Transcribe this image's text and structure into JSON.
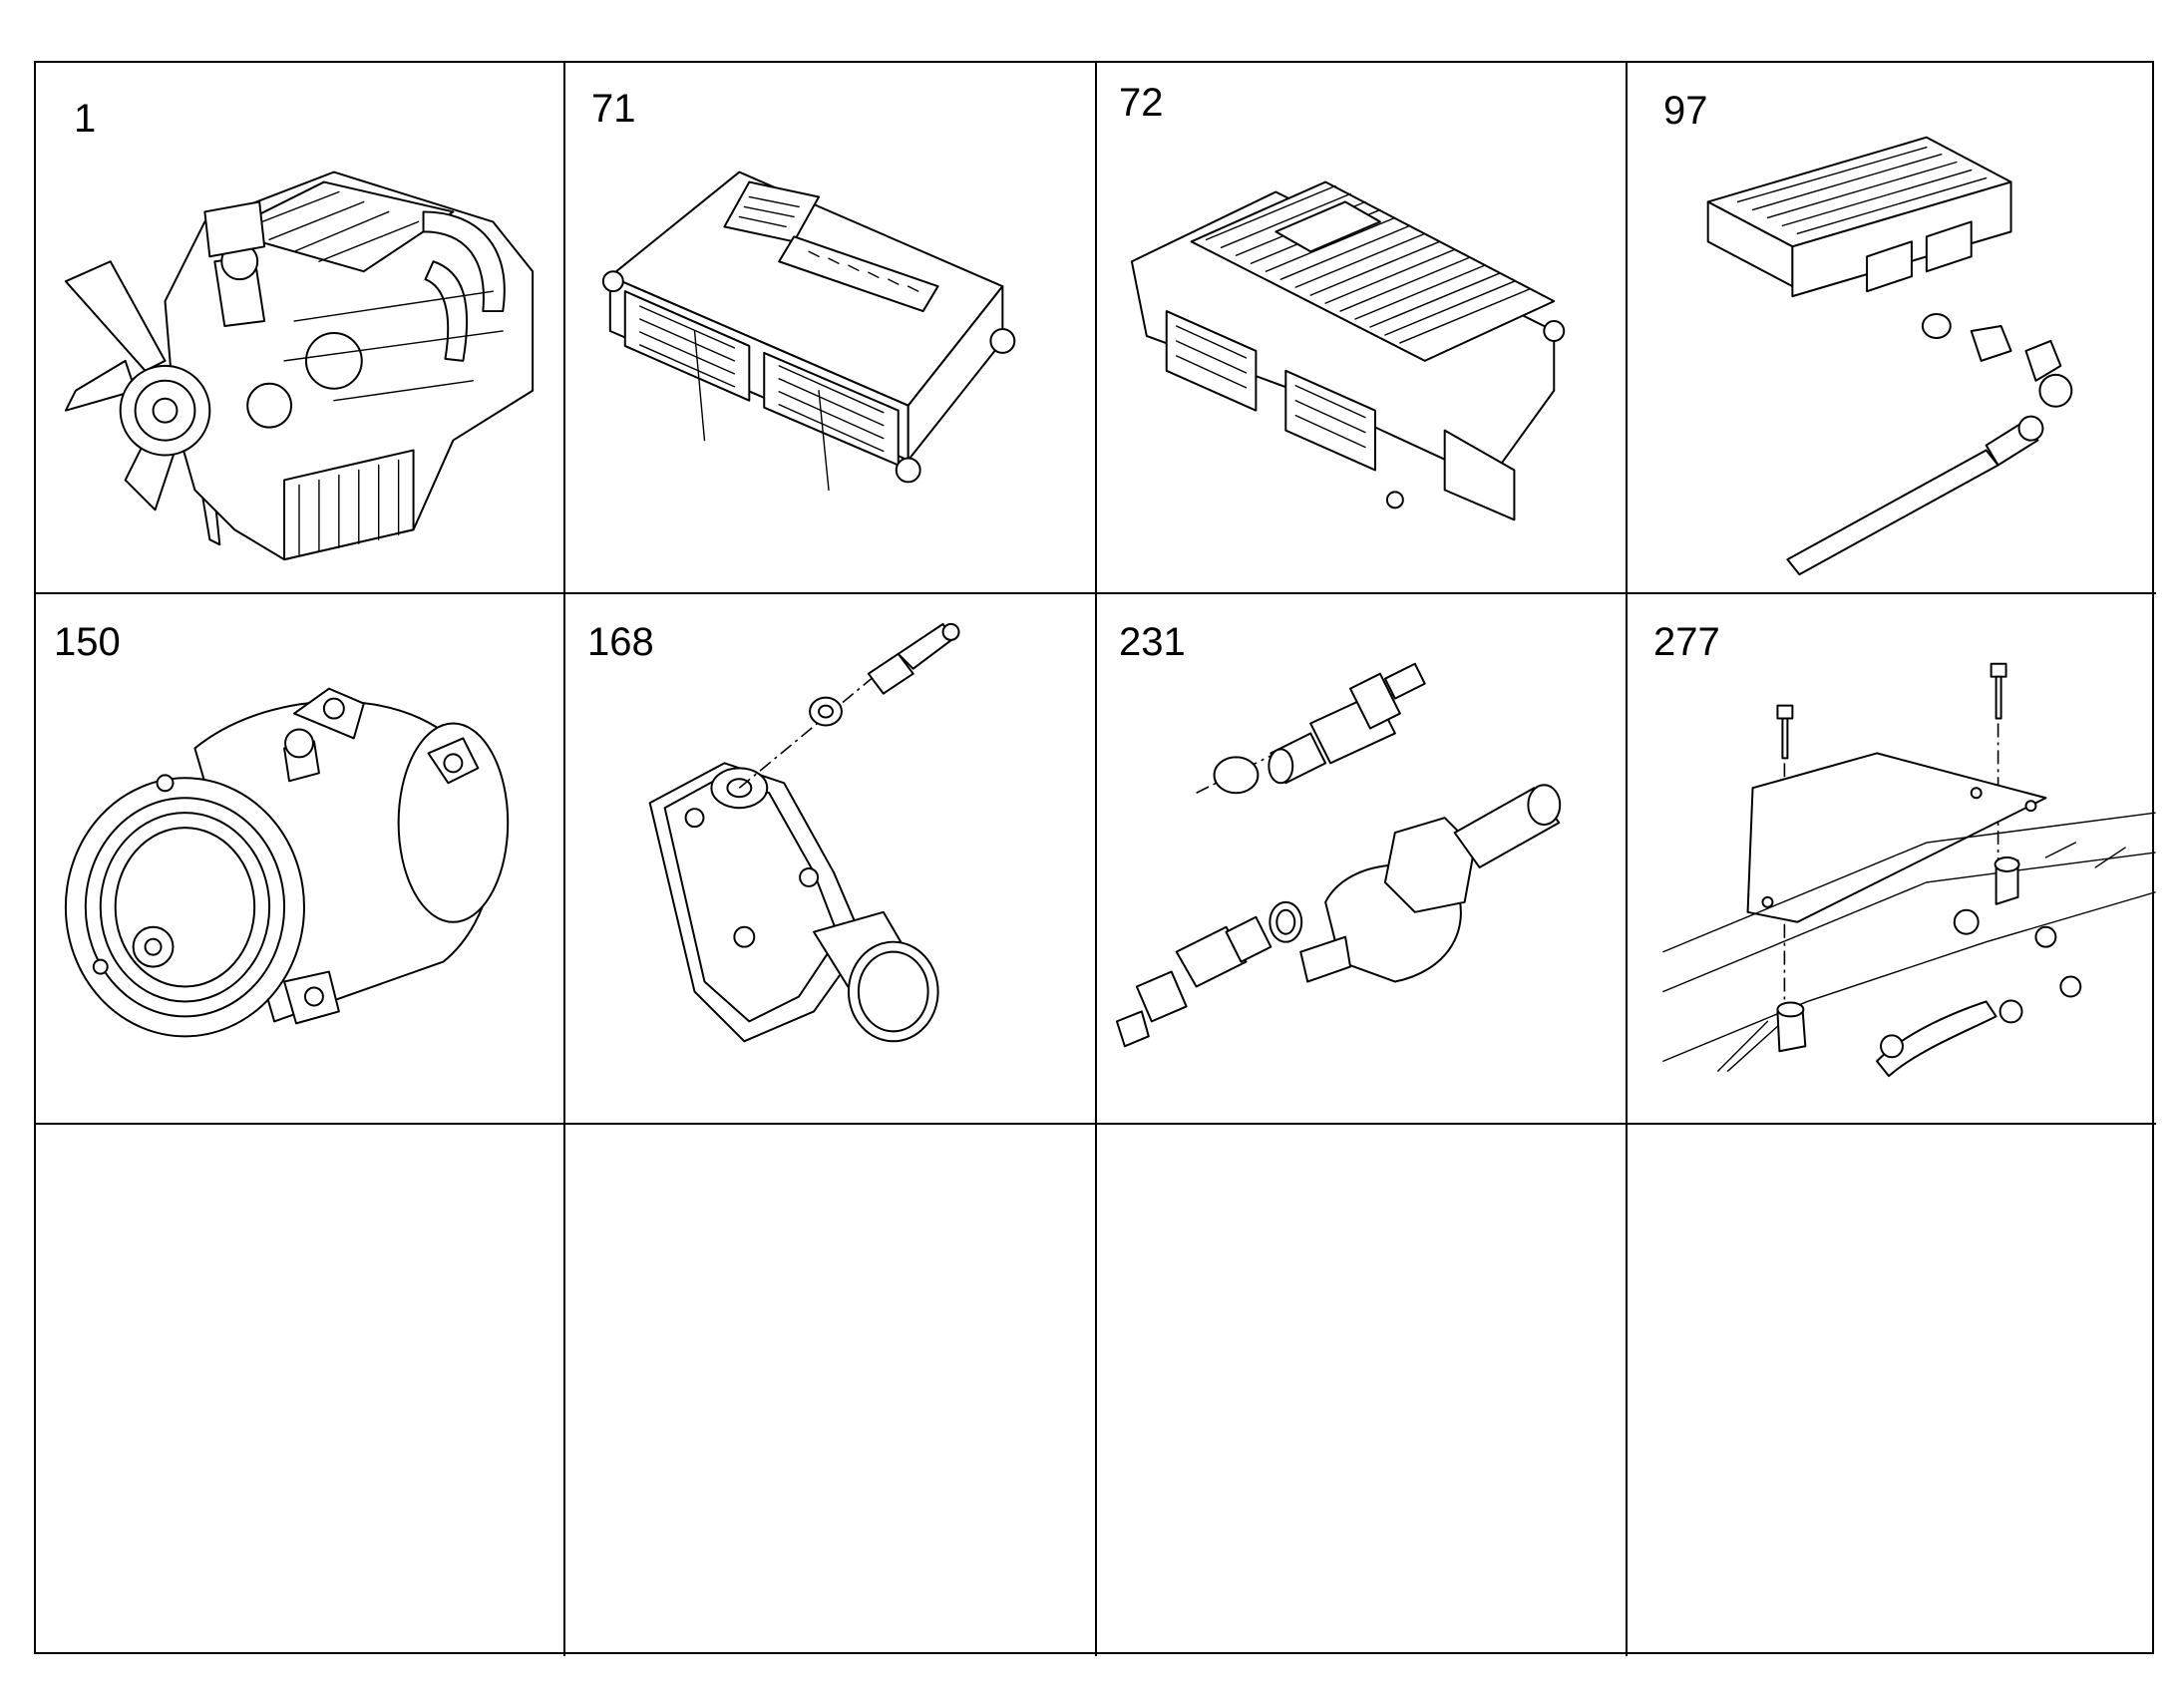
{
  "cells": [
    {
      "number": "1",
      "icon": "engine-illustration"
    },
    {
      "number": "71",
      "icon": "control-unit-illustration"
    },
    {
      "number": "72",
      "icon": "control-unit-illustration"
    },
    {
      "number": "97",
      "icon": "control-unit-with-hose-illustration"
    },
    {
      "number": "150",
      "icon": "ac-compressor-illustration"
    },
    {
      "number": "168",
      "icon": "thermostat-housing-illustration"
    },
    {
      "number": "231",
      "icon": "sensor-switches-illustration"
    },
    {
      "number": "277",
      "icon": "mounting-plate-illustration"
    },
    {
      "number": "",
      "icon": ""
    },
    {
      "number": "",
      "icon": ""
    },
    {
      "number": "",
      "icon": ""
    },
    {
      "number": "",
      "icon": ""
    }
  ]
}
